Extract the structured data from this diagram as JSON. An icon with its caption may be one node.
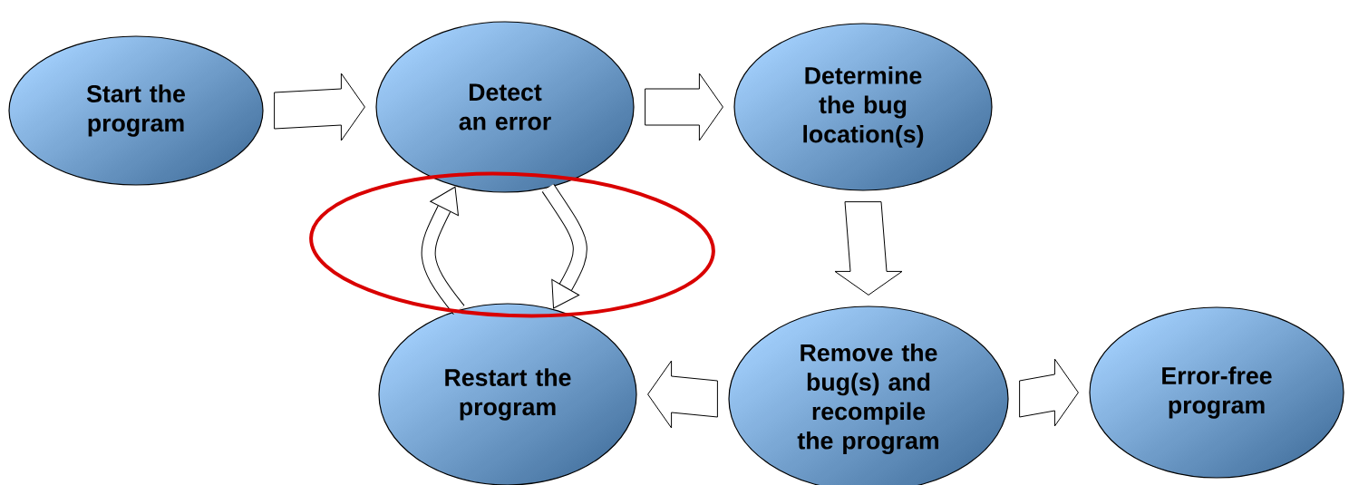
{
  "diagram": {
    "nodes": [
      {
        "text": [
          "Start the program"
        ]
      },
      {
        "text": [
          "Detect an error"
        ]
      },
      {
        "text": [
          "Determine the bug location(s)"
        ]
      },
      {
        "text": [
          "Restart the program"
        ]
      },
      {
        "text": [
          "Remove the bug(s) and recompile the program"
        ]
      },
      {
        "text": [
          "Error-free program"
        ]
      }
    ],
    "edges": [
      {
        "from": 0,
        "to": 1,
        "arrow": "to"
      },
      {
        "from": 1,
        "to": 2,
        "arrow": "to"
      },
      {
        "from": 2,
        "to": 4,
        "arrow": "to"
      },
      {
        "from": 4,
        "to": 3,
        "arrow": "to"
      },
      {
        "from": 4,
        "to": 5,
        "arrow": "to"
      },
      {
        "from": 3,
        "to": 1,
        "arrow": "to"
      },
      {
        "from": 1,
        "to": 3,
        "arrow": "to"
      }
    ]
  }
}
